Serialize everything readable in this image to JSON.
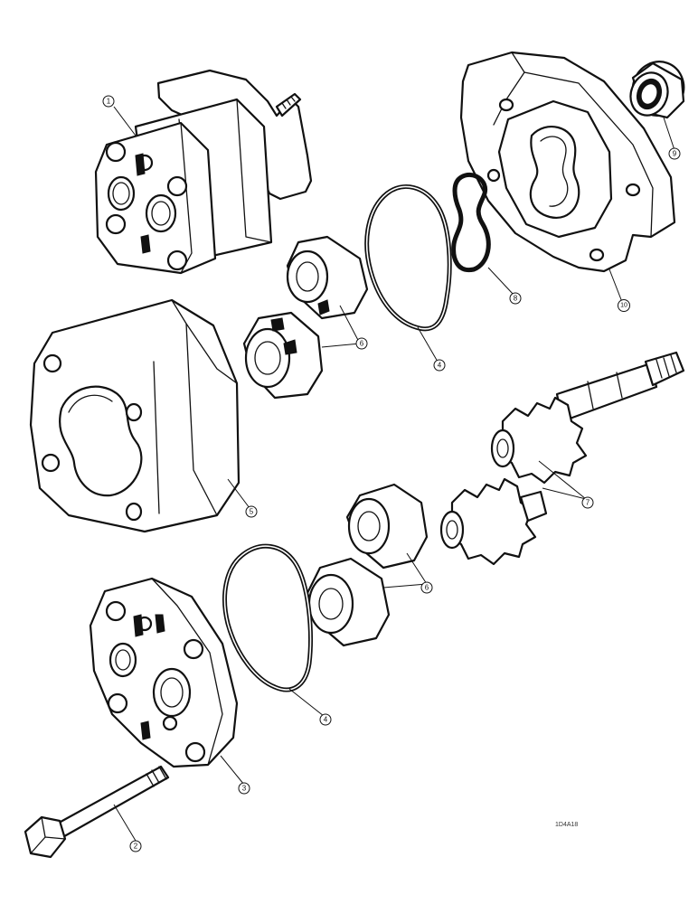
{
  "callouts": {
    "c1": "1",
    "c2": "2",
    "c3": "3",
    "c4a": "4",
    "c4b": "4",
    "c5": "5",
    "c6a": "6",
    "c6b": "6",
    "c7": "7",
    "c8": "8",
    "c9": "9",
    "c10": "10"
  },
  "reference_code": "1D4A18"
}
